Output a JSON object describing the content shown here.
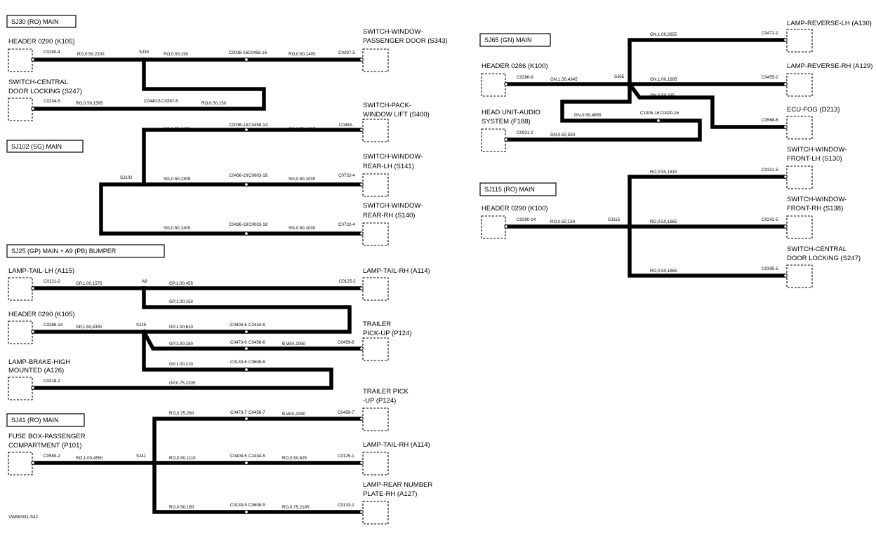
{
  "figure_id": "VWM0031-S42",
  "sections": [
    {
      "id": "s1",
      "title": "SJ30 (RO) MAIN"
    },
    {
      "id": "s2",
      "title": "SJ102 (SG) MAIN"
    },
    {
      "id": "s3",
      "title": "SJ25 (GP) MAIN + A9 (PB) BUMPER"
    },
    {
      "id": "s4",
      "title": "SJ41 (RO) MAIN"
    },
    {
      "id": "s5",
      "title": "SJ65 (GN) MAIN"
    },
    {
      "id": "s6",
      "title": "SJ115 (RO) MAIN"
    }
  ],
  "components": [
    {
      "id": "c1",
      "lines": [
        "HEADER 0290 (K105)"
      ]
    },
    {
      "id": "c2",
      "lines": [
        "SWITCH-CENTRAL",
        "DOOR LOCKING (S247)"
      ]
    },
    {
      "id": "c3",
      "lines": [
        "SWITCH-WINDOW-",
        "PASSENGER DOOR (S343)"
      ]
    },
    {
      "id": "c4",
      "lines": [
        "SWITCH-PACK-",
        "WINDOW LIFT (S400)"
      ]
    },
    {
      "id": "c5",
      "lines": [
        "SWITCH-WINDOW-",
        "REAR-LH (S141)"
      ]
    },
    {
      "id": "c6",
      "lines": [
        "SWITCH-WINDOW-",
        "REAR-RH (S140)"
      ]
    },
    {
      "id": "c7",
      "lines": [
        "LAMP-TAIL-LH (A115)"
      ]
    },
    {
      "id": "c8",
      "lines": [
        "HEADER 0290 (K105)"
      ]
    },
    {
      "id": "c9",
      "lines": [
        "LAMP-BRAKE-HIGH",
        "MOUNTED (A126)"
      ]
    },
    {
      "id": "c10",
      "lines": [
        "LAMP-TAIL-RH (A114)"
      ]
    },
    {
      "id": "c11",
      "lines": [
        "TRAILER",
        "PICK-UP (P124)"
      ]
    },
    {
      "id": "c12",
      "lines": [
        "FUSE BOX-PASSENGER",
        "COMPARTMENT (P101)"
      ]
    },
    {
      "id": "c13",
      "lines": [
        "TRAILER PICK",
        "-UP (P124)"
      ]
    },
    {
      "id": "c14",
      "lines": [
        "LAMP-TAIL-RH (A114)"
      ]
    },
    {
      "id": "c15",
      "lines": [
        "LAMP-REAR NUMBER",
        "PLATE-RH (A127)"
      ]
    },
    {
      "id": "c16",
      "lines": [
        "HEADER 0286 (K100)"
      ]
    },
    {
      "id": "c17",
      "lines": [
        "HEAD UNIT-AUDIO",
        "SYSTEM (F188)"
      ]
    },
    {
      "id": "c18",
      "lines": [
        "LAMP-REVERSE-LH (A130)"
      ]
    },
    {
      "id": "c19",
      "lines": [
        "LAMP-REVERSE-RH (A129)"
      ]
    },
    {
      "id": "c20",
      "lines": [
        "ECU-FOG (D213)"
      ]
    },
    {
      "id": "c21",
      "lines": [
        "HEADER 0290 (K100)"
      ]
    },
    {
      "id": "c22",
      "lines": [
        "SWITCH-WINDOW-",
        "FRONT-LH (S130)"
      ]
    },
    {
      "id": "c23",
      "lines": [
        "SWITCH-WINDOW-",
        "FRONT-RH (S138)"
      ]
    },
    {
      "id": "c24",
      "lines": [
        "SWITCH-CENTRAL",
        "DOOR LOCKING (S247)"
      ]
    }
  ],
  "splices": [
    {
      "id": "n1",
      "label": "SJ30"
    },
    {
      "id": "n2",
      "label": "SJ102"
    },
    {
      "id": "n3",
      "label": "A9"
    },
    {
      "id": "n4",
      "label": "SJ25"
    },
    {
      "id": "n5",
      "label": "SJ41"
    },
    {
      "id": "n6",
      "label": "SJ65"
    },
    {
      "id": "n7",
      "label": "SJ115"
    }
  ],
  "labels": [
    {
      "id": "l1",
      "text": "C0290-4"
    },
    {
      "id": "l2",
      "text": "RO,0.50,2200"
    },
    {
      "id": "l3",
      "text": "RO,0.50,190"
    },
    {
      "id": "l4",
      "text": "C0038-16"
    },
    {
      "id": "l5",
      "text": "C0458-16"
    },
    {
      "id": "l6",
      "text": "RO,0.50,1405"
    },
    {
      "id": "l7",
      "text": "C0397-5"
    },
    {
      "id": "l8",
      "text": "C0234-5"
    },
    {
      "id": "l9",
      "text": "RO,0.50,1595"
    },
    {
      "id": "l10",
      "text": "C0440-5"
    },
    {
      "id": "l11",
      "text": "C0397-5"
    },
    {
      "id": "l12",
      "text": "RO,0.50,150"
    },
    {
      "id": "l13",
      "text": "SG,0.50,2450"
    },
    {
      "id": "l14",
      "text": "C0036-14"
    },
    {
      "id": "l15",
      "text": "C0458-14"
    },
    {
      "id": "l16",
      "text": "SG,0.50,1635"
    },
    {
      "id": "l17",
      "text": "C0484-"
    },
    {
      "id": "l18",
      "text": "SG,0.50,1305"
    },
    {
      "id": "l19",
      "text": "C0436-18"
    },
    {
      "id": "l20",
      "text": "C0003-18"
    },
    {
      "id": "l21",
      "text": "SG,0.50,1030"
    },
    {
      "id": "l22",
      "text": "C0732-4"
    },
    {
      "id": "l23",
      "text": "SG,0.50,1305"
    },
    {
      "id": "l24",
      "text": "C0436-18"
    },
    {
      "id": "l25",
      "text": "C0003-18"
    },
    {
      "id": "l26",
      "text": "SG,0.50,1030"
    },
    {
      "id": "l27",
      "text": "C0732-4"
    },
    {
      "id": "l28",
      "text": "C0121-2"
    },
    {
      "id": "l29",
      "text": "GP,1.00,1575"
    },
    {
      "id": "l30",
      "text": "GP,1.00,455"
    },
    {
      "id": "l31",
      "text": "C0125-2"
    },
    {
      "id": "l32",
      "text": "GP,1.00,150"
    },
    {
      "id": "l33",
      "text": "C0286-14"
    },
    {
      "id": "l34",
      "text": "GP,1.50,4390"
    },
    {
      "id": "l35",
      "text": "GP,1.00,610"
    },
    {
      "id": "l36",
      "text": "C0403-6"
    },
    {
      "id": "l37",
      "text": "C2434-6"
    },
    {
      "id": "l38",
      "text": "GP,1.00,150"
    },
    {
      "id": "l39",
      "text": "C0473-6"
    },
    {
      "id": "l40",
      "text": "C0456-6"
    },
    {
      "id": "l41",
      "text": "B,W/A,1050"
    },
    {
      "id": "l42",
      "text": "C0459-6"
    },
    {
      "id": "l43",
      "text": "GP,1.00,210"
    },
    {
      "id": "l44",
      "text": "C0133-6"
    },
    {
      "id": "l45",
      "text": "C0608-6"
    },
    {
      "id": "l46",
      "text": "C0318-2"
    },
    {
      "id": "l47",
      "text": "GP,0.75,2335"
    },
    {
      "id": "l48",
      "text": "RO,0.75,260"
    },
    {
      "id": "l49",
      "text": "C0473-7"
    },
    {
      "id": "l50",
      "text": "C0456-7"
    },
    {
      "id": "l51",
      "text": "B,W/A,1050"
    },
    {
      "id": "l52",
      "text": "C0459-7"
    },
    {
      "id": "l53",
      "text": "C0580-2"
    },
    {
      "id": "l54",
      "text": "RO,1.00,4550"
    },
    {
      "id": "l55",
      "text": "RO,0.50,1110"
    },
    {
      "id": "l56",
      "text": "C0403-5"
    },
    {
      "id": "l57",
      "text": "C2434-5"
    },
    {
      "id": "l58",
      "text": "RO,0.50,625"
    },
    {
      "id": "l59",
      "text": "C0125-1"
    },
    {
      "id": "l60",
      "text": "RO,0.50,150"
    },
    {
      "id": "l61",
      "text": "C0133-5"
    },
    {
      "id": "l62",
      "text": "C0608-5"
    },
    {
      "id": "l63",
      "text": "RO,0.75,2185"
    },
    {
      "id": "l64",
      "text": "C0133-1"
    },
    {
      "id": "l65",
      "text": "GN,1.00,2655"
    },
    {
      "id": "l66",
      "text": "C0472-2"
    },
    {
      "id": "l67",
      "text": "C0286-9"
    },
    {
      "id": "l68",
      "text": "GN,1.50,4345"
    },
    {
      "id": "l69",
      "text": "GN,1.00,1695"
    },
    {
      "id": "l70",
      "text": "C0455-2"
    },
    {
      "id": "l71",
      "text": "GN,0.50,235"
    },
    {
      "id": "l72",
      "text": "GN,0.50,4655"
    },
    {
      "id": "l73",
      "text": "C1005-16"
    },
    {
      "id": "l74",
      "text": "C0420-16"
    },
    {
      "id": "l75",
      "text": "C0568-6"
    },
    {
      "id": "l76",
      "text": "C0921-2"
    },
    {
      "id": "l77",
      "text": "GN,0.50,550"
    },
    {
      "id": "l78",
      "text": "RO,0.50,1815"
    },
    {
      "id": "l79",
      "text": "C0321-5"
    },
    {
      "id": "l80",
      "text": "C0290-14"
    },
    {
      "id": "l81",
      "text": "RO,0.50,150"
    },
    {
      "id": "l82",
      "text": "RO,0.50,1665"
    },
    {
      "id": "l83",
      "text": "C0242-5"
    },
    {
      "id": "l84",
      "text": "RO,0.50,1665"
    },
    {
      "id": "l85",
      "text": "C0395-5"
    }
  ]
}
